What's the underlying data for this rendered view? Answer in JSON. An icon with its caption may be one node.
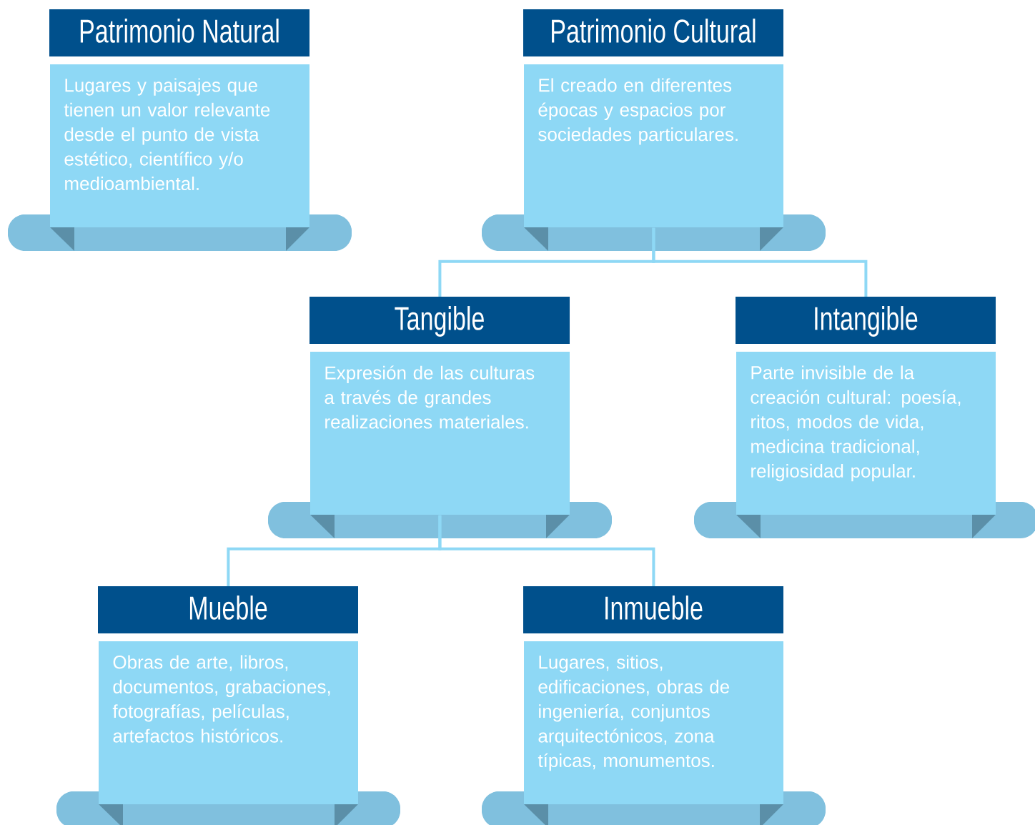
{
  "diagram": {
    "nodes": [
      {
        "text": [
          "Patrimonio Natural",
          "Lugares y paisajes que tienen un valor relevante desde el punto de vista estético, científico y/o medioambiental."
        ]
      },
      {
        "text": [
          "Patrimonio Cultural",
          "El creado en diferentes épocas y espacios por sociedades particulares."
        ]
      },
      {
        "text": [
          "Tangible",
          "Expresión de las culturas a través de grandes realizaciones materiales."
        ]
      },
      {
        "text": [
          "Intangible",
          "Parte invisible de la creación cultural: poesía, ritos, modos de vida, medicina tradicional, religiosidad popular."
        ]
      },
      {
        "text": [
          "Mueble",
          "Obras de arte, libros, documentos, grabaciones, fotografías, películas, artefactos históricos."
        ]
      },
      {
        "text": [
          "Inmueble",
          "Lugares, sitios, edificaciones, obras de ingeniería, conjuntos arquitectónicos, zona típicas, monumentos."
        ]
      }
    ],
    "edges": [
      {
        "from": 1,
        "to": 2,
        "arrow": "none"
      },
      {
        "from": 1,
        "to": 3,
        "arrow": "none"
      },
      {
        "from": 2,
        "to": 4,
        "arrow": "none"
      },
      {
        "from": 2,
        "to": 5,
        "arrow": "none"
      }
    ]
  }
}
